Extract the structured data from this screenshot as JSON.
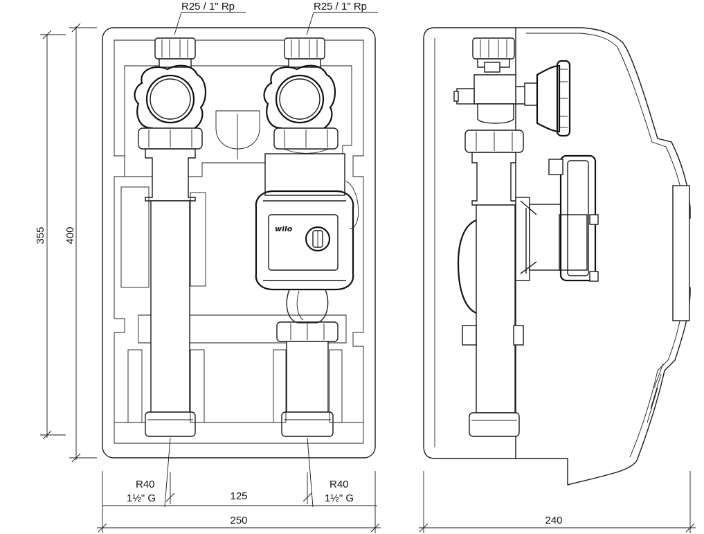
{
  "labels": {
    "top_left_connection": "R25 / 1\" Rp",
    "top_right_connection": "R25 / 1\" Rp",
    "bottom_left_connection_line1": "R40",
    "bottom_left_connection_line2": "1½\" G",
    "bottom_right_connection_line1": "R40",
    "bottom_right_connection_line2": "1½\" G",
    "pump_brand": "wilo"
  },
  "dimensions": {
    "height_inner": "355",
    "height_outer": "400",
    "pipe_spacing": "125",
    "width_front": "250",
    "depth_side": "240"
  }
}
